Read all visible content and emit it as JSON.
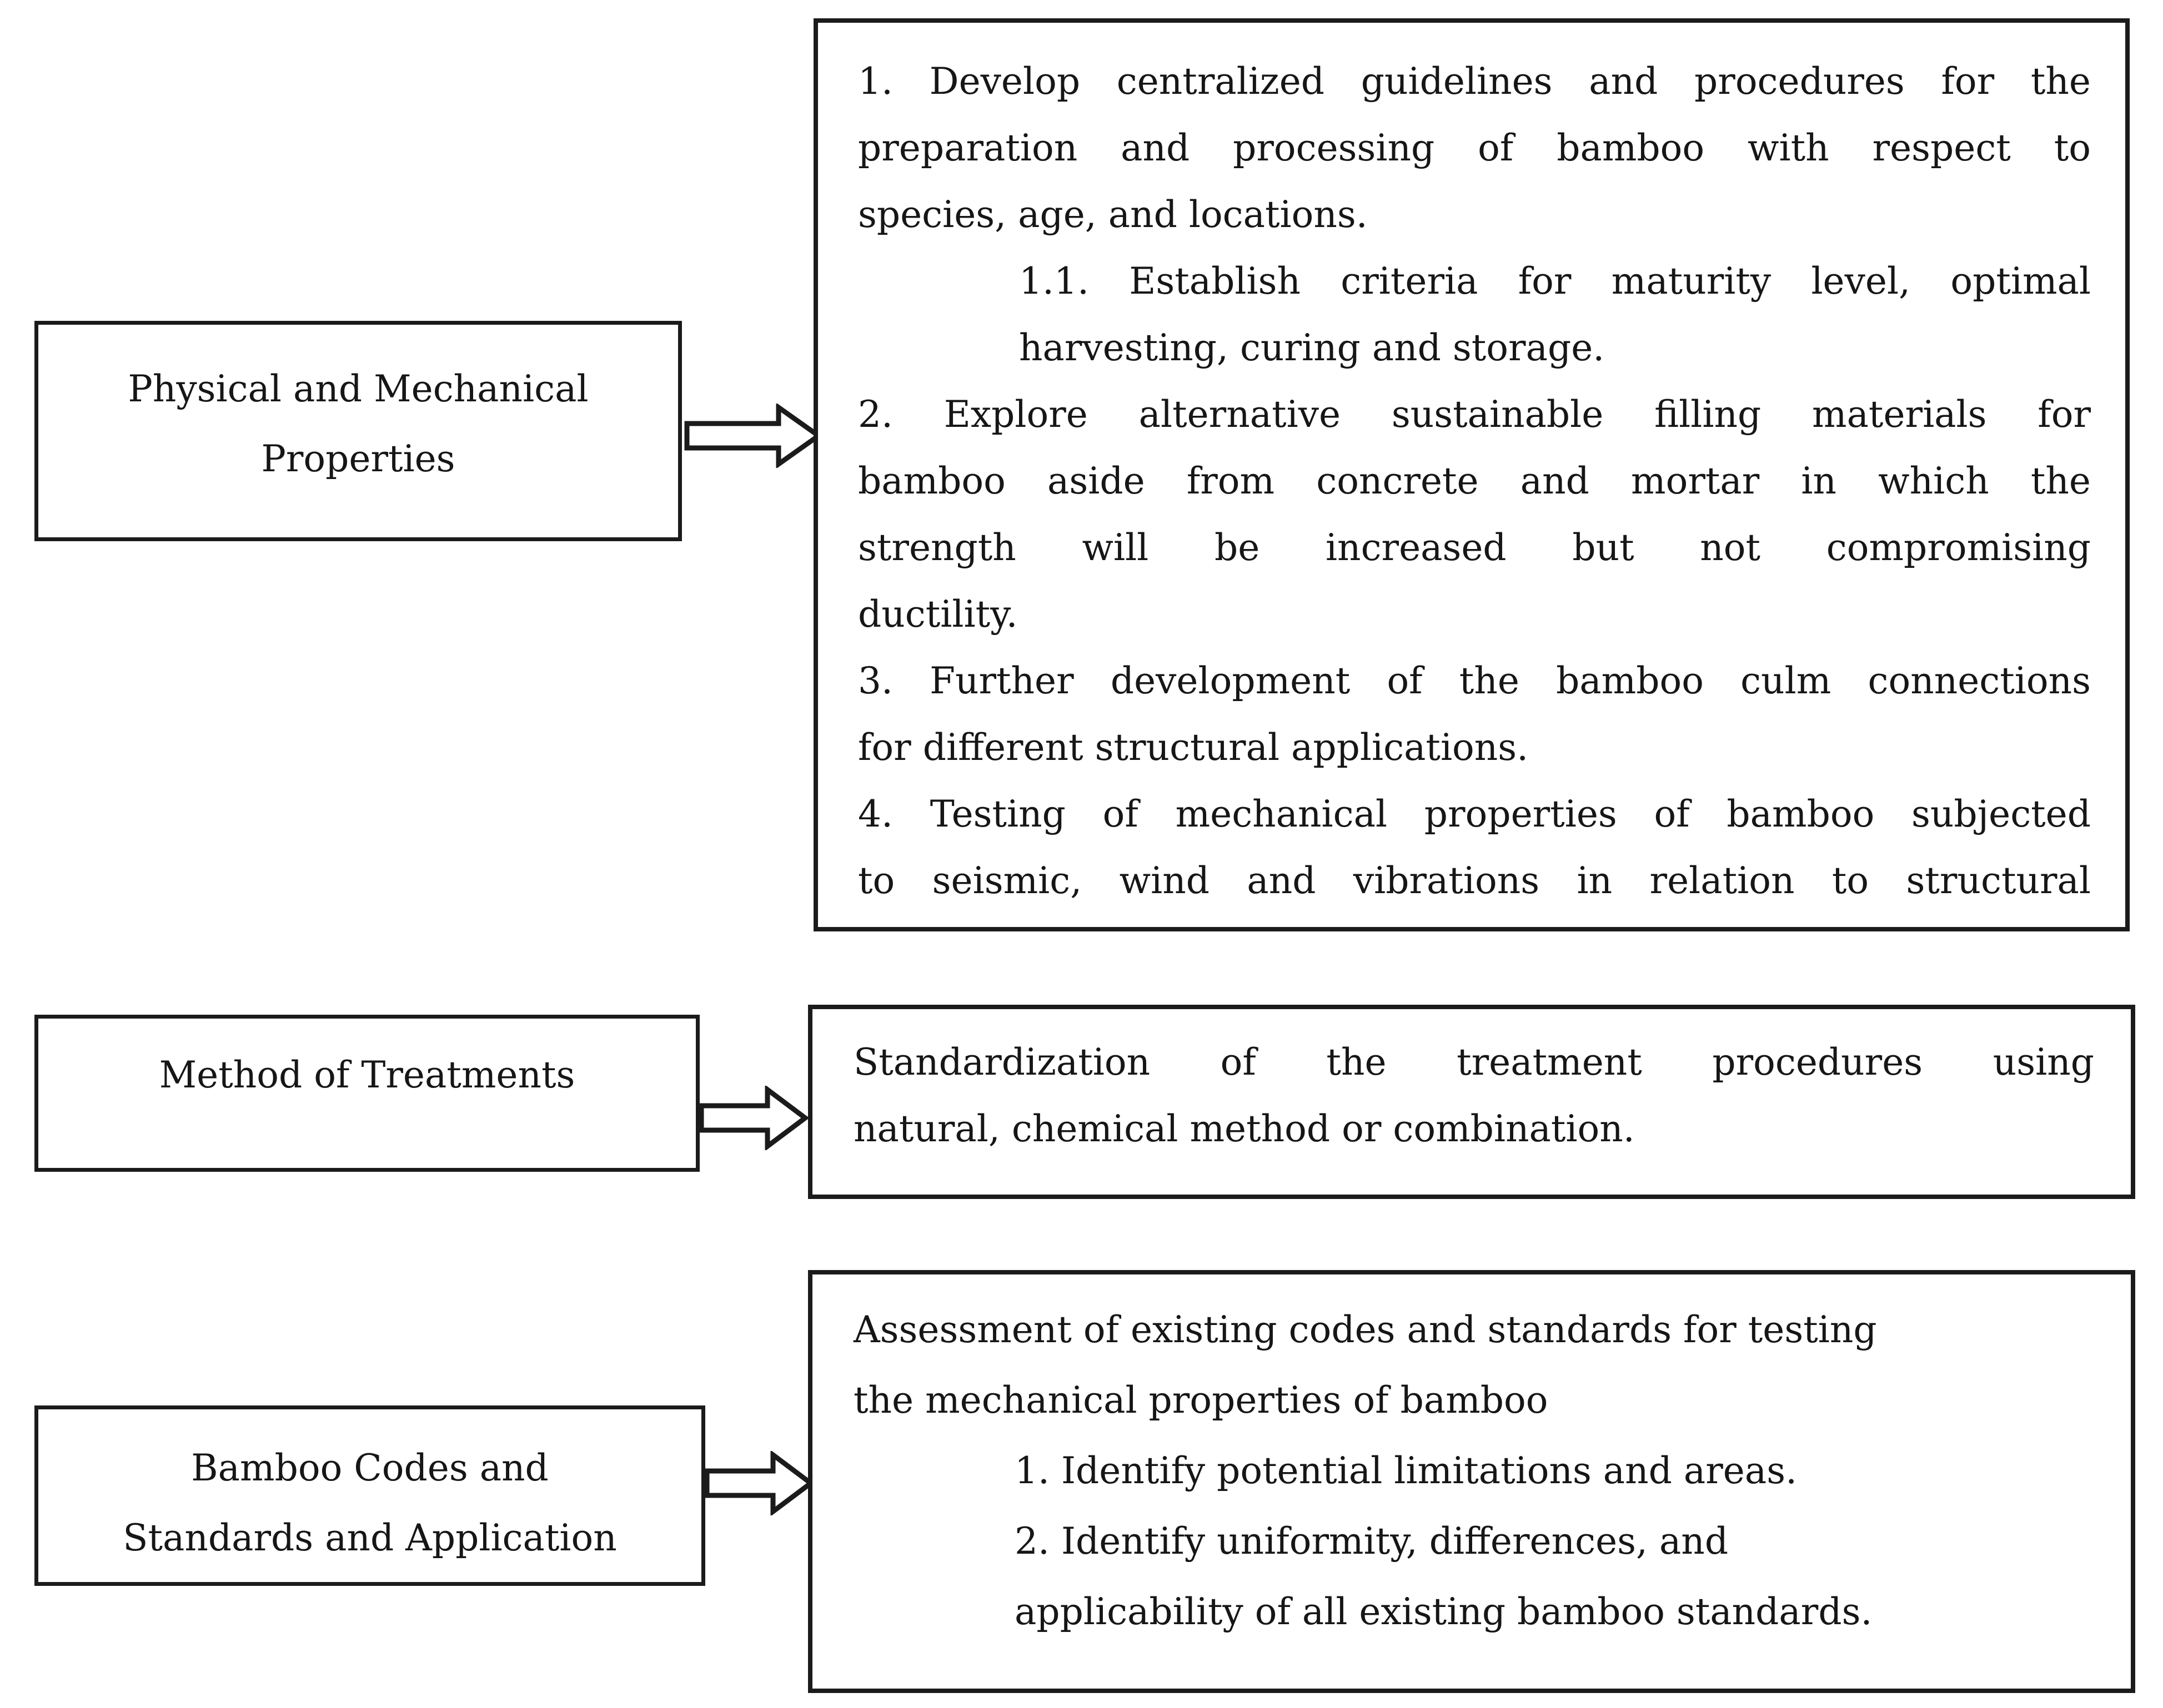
{
  "theme": {
    "paper": "#ffffff",
    "ink": "#161616",
    "border": "#1b1b1b"
  },
  "rows": [
    {
      "topic": "Physical and Mechanical Properties",
      "label_lines": [
        "Physical and Mechanical",
        "Properties"
      ],
      "content_lines": [
        "1. Develop centralized guidelines and procedures for the",
        "preparation and processing of bamboo with respect to",
        "species, age, and locations.",
        "1.1. Establish criteria for maturity level, optimal",
        "harvesting, curing and storage.",
        "2. Explore alternative sustainable filling materials for",
        "bamboo aside from concrete and mortar in which the",
        "strength will be increased but not compromising",
        "ductility.",
        "3. Further development of the bamboo culm connections",
        "for different structural applications.",
        "4. Testing of mechanical properties of bamboo subjected",
        "to seismic, wind and vibrations in relation to structural"
      ]
    },
    {
      "topic": "Method of Treatments",
      "label_lines": [
        "Method of Treatments"
      ],
      "content_lines": [
        "Standardization of the treatment procedures using",
        "natural, chemical method or combination."
      ]
    },
    {
      "topic": "Bamboo Codes and Standards and Application",
      "label_lines": [
        "Bamboo Codes and",
        "Standards and Application"
      ],
      "content_lines": [
        "Assessment of existing codes and standards for testing",
        "the mechanical properties of bamboo",
        "1. Identify potential limitations and areas.",
        "2. Identify uniformity, differences, and",
        "applicability of all existing bamboo standards."
      ]
    }
  ]
}
